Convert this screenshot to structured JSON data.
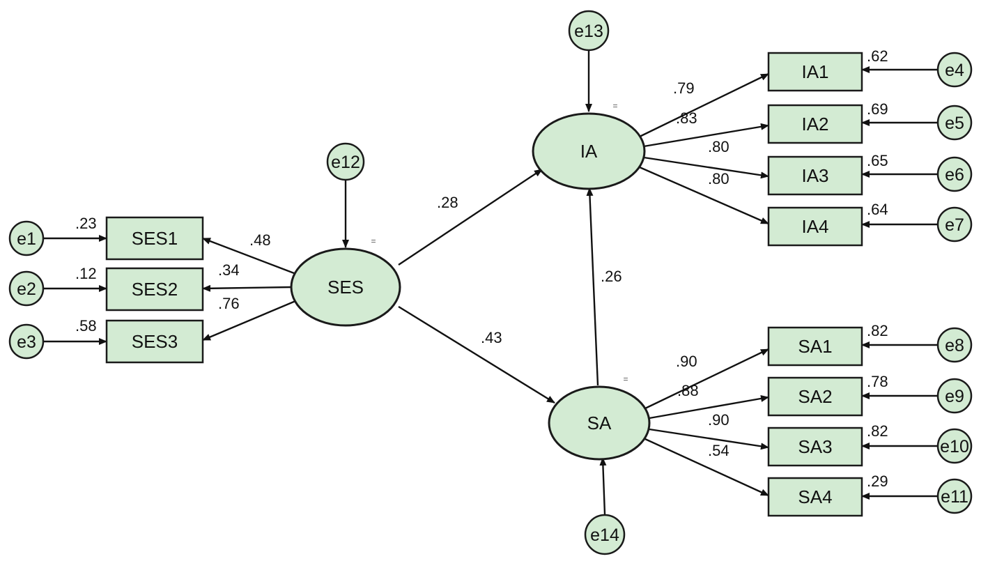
{
  "nodes": {
    "ses1": "SES1",
    "ses2": "SES2",
    "ses3": "SES3",
    "ses": "SES",
    "ia": "IA",
    "sa": "SA",
    "ia1": "IA1",
    "ia2": "IA2",
    "ia3": "IA3",
    "ia4": "IA4",
    "sa1": "SA1",
    "sa2": "SA2",
    "sa3": "SA3",
    "sa4": "SA4"
  },
  "errors": {
    "e1": "e1",
    "e2": "e2",
    "e3": "e3",
    "e4": "e4",
    "e5": "e5",
    "e6": "e6",
    "e7": "e7",
    "e8": "e8",
    "e9": "e9",
    "e10": "e10",
    "e11": "e11",
    "e12": "e12",
    "e13": "e13",
    "e14": "e14"
  },
  "loadings": {
    "ses_ses1": ".48",
    "ses_ses2": ".34",
    "ses_ses3": ".76",
    "ia_ia1": ".79",
    "ia_ia2": ".83",
    "ia_ia3": ".80",
    "ia_ia4": ".80",
    "sa_sa1": ".90",
    "sa_sa2": ".88",
    "sa_sa3": ".90",
    "sa_sa4": ".54"
  },
  "r_squared": {
    "ses1": ".23",
    "ses2": ".12",
    "ses3": ".58",
    "ia1": ".62",
    "ia2": ".69",
    "ia3": ".65",
    "ia4": ".64",
    "sa1": ".82",
    "sa2": ".78",
    "sa3": ".82",
    "sa4": ".29"
  },
  "paths": {
    "ses_ia": ".28",
    "ses_sa": ".43",
    "sa_ia": ".26"
  },
  "latent_marks": {
    "ses": "=",
    "ia": "=",
    "sa": "="
  }
}
